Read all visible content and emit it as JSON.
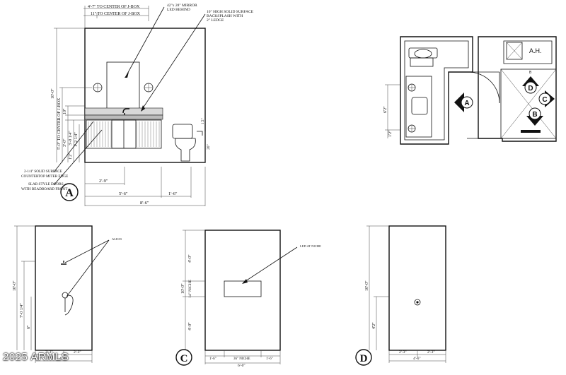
{
  "elevation_a": {
    "dim_top_1": "4'-7\" TO CENTER OF J-BOX",
    "dim_top_2": "11\" TO CENTER OF J-BOX",
    "note_mirror_1": "42\"x 28\" MIRROR",
    "note_mirror_2": "LED BEHIND",
    "note_backsplash_1": "10\" HIGH SOLID SURFACE",
    "note_backsplash_2": "BACKSPLASH WITH",
    "note_backsplash_3": "2\" LEDGE",
    "left_dim_outer": "10'-0\"",
    "left_dim_jbox": "5'-0\" TO CENTER OF J-BOX",
    "left_dim_a": "3'-0\"",
    "left_dim_b": "10\"",
    "left_dim_c": "3'-0 1/4\"",
    "left_dim_d": "1'-2 1/4\"",
    "left_dim_e": "1'2\"",
    "right_dim_a": "1'2\"",
    "right_dim_b": "20\"",
    "note_counter_1": "2-1/4\" SOLID SURFACE",
    "note_counter_2": "COUNTERTOP MITER EDGE",
    "note_doors_1": "SLAB STYLE DOORS",
    "note_doors_2": "WITH BEADBOARD FRONT",
    "bottom_dim_1": "2'-9\"",
    "bottom_dim_2": "5'-6\"",
    "bottom_dim_3": "1'-6\"",
    "bottom_dim_4": "8'-6\"",
    "tag": "A"
  },
  "plan": {
    "ah_label": "A.H.",
    "dim_a": "6'2\"",
    "dim_b": "1'2\"",
    "marker_a": "A",
    "marker_b": "B",
    "marker_c": "C",
    "marker_d": "D",
    "small_b": "B"
  },
  "elevation_b": {
    "note": "ALIGN",
    "left_dim_outer": "10'-0\"",
    "left_dim_mid": "7'-0 1/4\"",
    "left_dim_low": "6\"",
    "bottom_dim_1": "2'-3\"",
    "bottom_dim_2": "2'-3\"",
    "bottom_dim_3": "4'-6\""
  },
  "elevation_c": {
    "note": "LED AT NICHE",
    "left_dim_outer": "10'-0\"",
    "left_dim_top": "4'-0\"",
    "left_dim_mid": "14\" NICHE",
    "left_dim_low": "4'-0\"",
    "bottom_dim_1": "1'-6\"",
    "bottom_dim_2": "36\" NICHE",
    "bottom_dim_3": "1'-6\"",
    "bottom_dim_4": "6'-0\"",
    "tag": "C"
  },
  "elevation_d": {
    "left_dim_outer": "10'-0\"",
    "left_dim_low": "4'2\"",
    "bottom_dim_1": "2'-3\"",
    "bottom_dim_2": "2'-3\"",
    "bottom_dim_3": "4'-6\"",
    "tag": "D"
  },
  "watermark": "2025 ARMLS"
}
